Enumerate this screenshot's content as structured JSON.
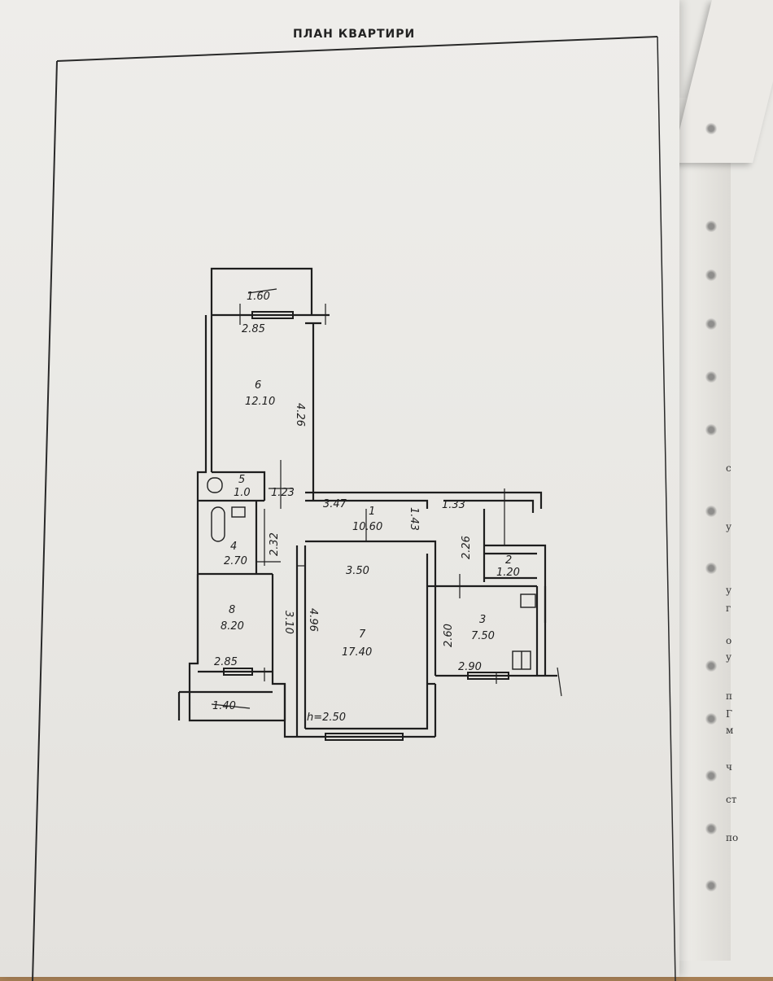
{
  "document": {
    "title": "ПЛАН КВАРТИРИ"
  },
  "plan": {
    "balcony_top": {
      "area": "1.60",
      "width": "2.85"
    },
    "room_6": {
      "number": "6",
      "area": "12.10",
      "length": "4.26"
    },
    "room_5": {
      "number": "5",
      "area": "1.0",
      "width": "1.23"
    },
    "room_4": {
      "number": "4",
      "width": "2.70",
      "length": "2.32"
    },
    "room_1": {
      "number": "1",
      "area": "10.60",
      "width": "3.47",
      "length": "1.43"
    },
    "room_2": {
      "number": "2",
      "width": "1.20",
      "length": "2.26",
      "dim": "1.33"
    },
    "room_7": {
      "number": "7",
      "area": "17.40",
      "width": "3.50",
      "length": "4.96",
      "height": "h=2.50"
    },
    "room_3": {
      "number": "3",
      "area": "7.50",
      "width": "2.90",
      "length": "2.60"
    },
    "room_8": {
      "number": "8",
      "area": "8.20",
      "width": "2.85",
      "length": "3.10"
    },
    "balcony_bottom": {
      "area": "1.40"
    }
  },
  "margin_letters": [
    "с",
    "у",
    "у",
    "г",
    "о",
    "у",
    "п",
    "Г",
    "м",
    "ч",
    "ст",
    "по"
  ]
}
